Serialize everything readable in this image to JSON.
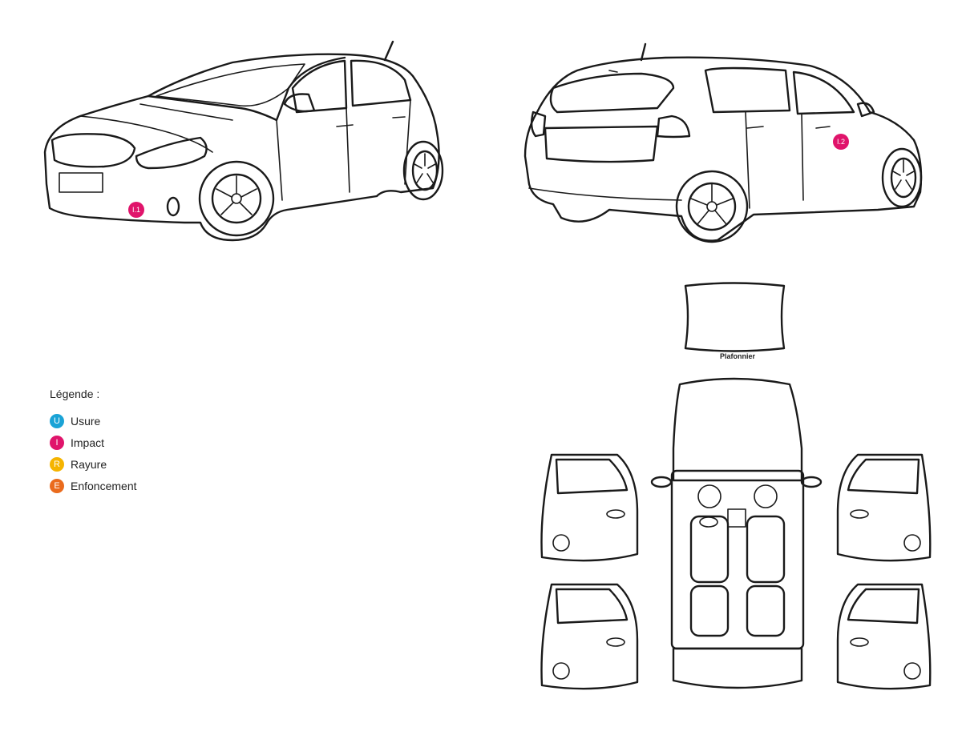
{
  "legend": {
    "title": "Légende :",
    "items": [
      {
        "key": "U",
        "label": "Usure",
        "color": "#1aa3d6"
      },
      {
        "key": "I",
        "label": "Impact",
        "color": "#e0146b"
      },
      {
        "key": "R",
        "label": "Rayure",
        "color": "#f5b400"
      },
      {
        "key": "E",
        "label": "Enfoncement",
        "color": "#ea6b1d"
      }
    ]
  },
  "markers": [
    {
      "label": "I.1",
      "color": "#e0146b"
    },
    {
      "label": "I.2",
      "color": "#e0146b"
    }
  ],
  "captions": {
    "ceiling": "Plafonnier"
  }
}
